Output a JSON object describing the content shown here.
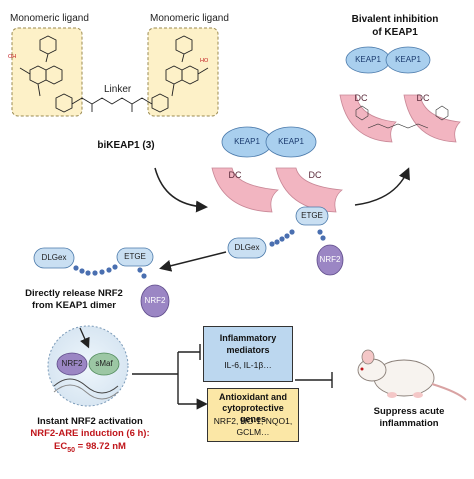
{
  "top": {
    "monomeric_left": "Monomeric ligand",
    "monomeric_right": "Monomeric ligand",
    "linker": "Linker",
    "compound": "biKEAP1 (3)"
  },
  "bivalent": {
    "title_line1": "Bivalent inhibition",
    "title_line2": "of KEAP1",
    "keap_a": "KEAP1",
    "keap_b": "KEAP1",
    "dc_a": "DC",
    "dc_b": "DC"
  },
  "center": {
    "keap_a": "KEAP1",
    "keap_b": "KEAP1",
    "dc_a": "DC",
    "dc_b": "DC",
    "etge": "ETGE",
    "dlgex": "DLGex",
    "nrf2": "NRF2"
  },
  "left": {
    "dlgex": "DLGex",
    "etge": "ETGE",
    "nrf2": "NRF2",
    "release_line1": "Directly release NRF2",
    "release_line2": "from KEAP1 dimer"
  },
  "cell": {
    "nrf2": "NRF2",
    "smaf": "sMaf",
    "activation": "Instant NRF2 activation",
    "induction": "NRF2-ARE induction (6 h):",
    "ec50_prefix": "EC",
    "ec50_sub": "50",
    "ec50_value": " = 98.72 nM"
  },
  "boxes": {
    "inflammatory_title_1": "Inflammatory",
    "inflammatory_title_2": "mediators",
    "inflammatory_body": "IL-6, IL-1β…",
    "antiox_title_1": "Antioxidant and",
    "antiox_title_2": "cytoprotective genes",
    "antiox_body_1": "NRF2, HO-1, NQO1,",
    "antiox_body_2": "GCLM…"
  },
  "outcome": {
    "line1": "Suppress acute",
    "line2": "inflammation"
  },
  "colors": {
    "keap": "#a9cfee",
    "dc": "#f2b5c1",
    "nrf2": "#9b86c4",
    "ligand_box": "#fdf1c8",
    "red_text": "#c0161b"
  }
}
